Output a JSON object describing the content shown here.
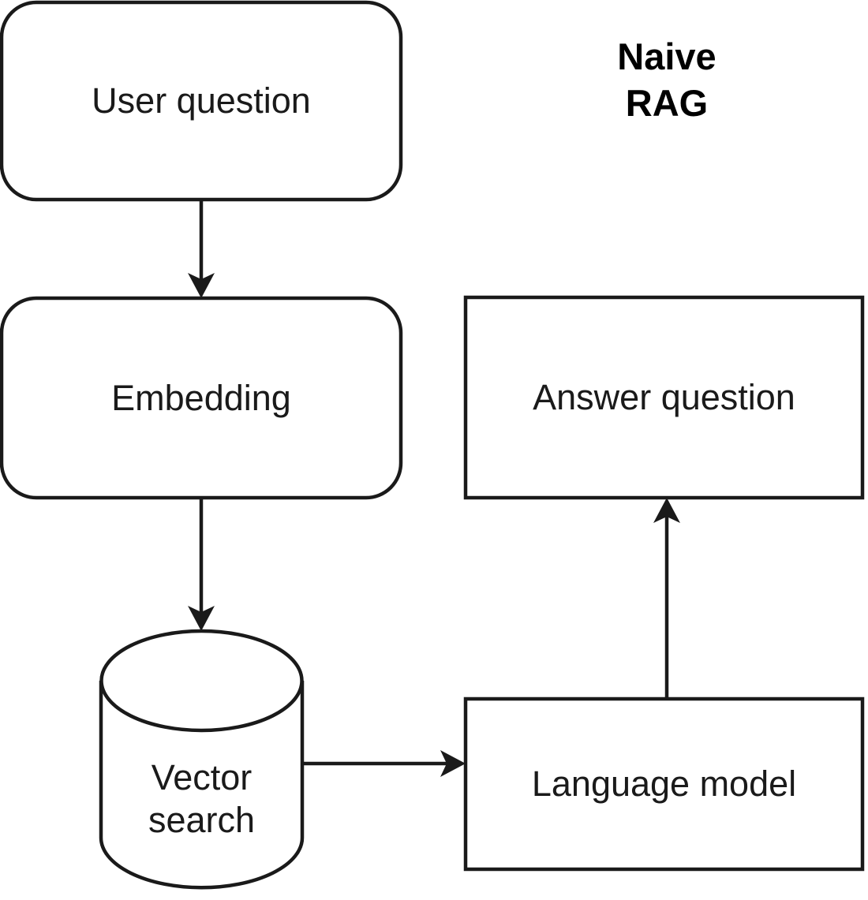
{
  "diagram": {
    "title": "Naive\nRAG",
    "background_color": "#ffffff",
    "stroke_color": "#1a1a1a",
    "text_color": "#1a1a1a",
    "nodes": [
      {
        "id": "user-question",
        "label": "User question",
        "shape": "rounded-rectangle"
      },
      {
        "id": "embedding",
        "label": "Embedding",
        "shape": "rounded-rectangle"
      },
      {
        "id": "vector-search",
        "label": "Vector\nsearch",
        "shape": "cylinder"
      },
      {
        "id": "language-model",
        "label": "Language model",
        "shape": "rectangle"
      },
      {
        "id": "answer-question",
        "label": "Answer question",
        "shape": "rectangle"
      }
    ],
    "edges": [
      {
        "id": "e1",
        "from": "user-question",
        "to": "embedding",
        "direction": "down"
      },
      {
        "id": "e2",
        "from": "embedding",
        "to": "vector-search",
        "direction": "down"
      },
      {
        "id": "e3",
        "from": "vector-search",
        "to": "language-model",
        "direction": "right"
      },
      {
        "id": "e4",
        "from": "language-model",
        "to": "answer-question",
        "direction": "up"
      }
    ]
  }
}
